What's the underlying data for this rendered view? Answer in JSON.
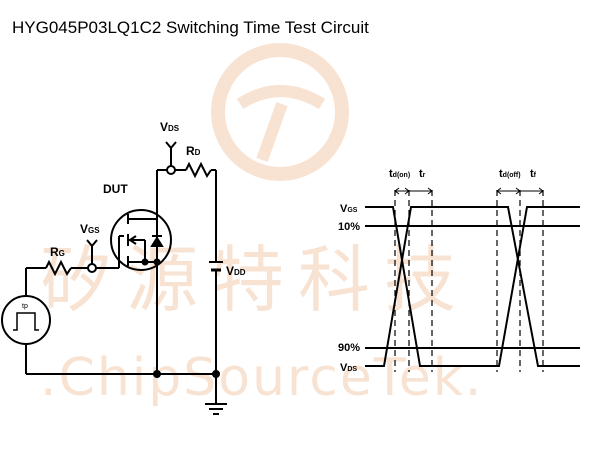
{
  "title": "HYG045P03LQ1C2 Switching Time Test Circuit",
  "watermark": {
    "cn_text": "矽源特科技",
    "en_text": ".ChipSourceTek.",
    "color": "#f3cdb0"
  },
  "circuit": {
    "vds_label": "V",
    "vds_sub": "DS",
    "rd_label": "R",
    "rd_sub": "D",
    "dut_label": "DUT",
    "vgs_label": "V",
    "vgs_sub": "GS",
    "rg_label": "R",
    "rg_sub": "G",
    "vdd_label": "V",
    "vdd_sub": "DD",
    "source_label": "tp"
  },
  "waveform": {
    "td_on_label": "t",
    "td_on_sub": "d(on)",
    "tr_label": "t",
    "tr_sub": "r",
    "td_off_label": "t",
    "td_off_sub": "d(off)",
    "tf_label": "t",
    "tf_sub": "f",
    "vgs_label": "V",
    "vgs_sub": "GS",
    "pct10_label": "10%",
    "pct90_label": "90%",
    "vds_label": "V",
    "vds_sub": "DS"
  },
  "colors": {
    "line": "#000000",
    "background": "#ffffff"
  }
}
